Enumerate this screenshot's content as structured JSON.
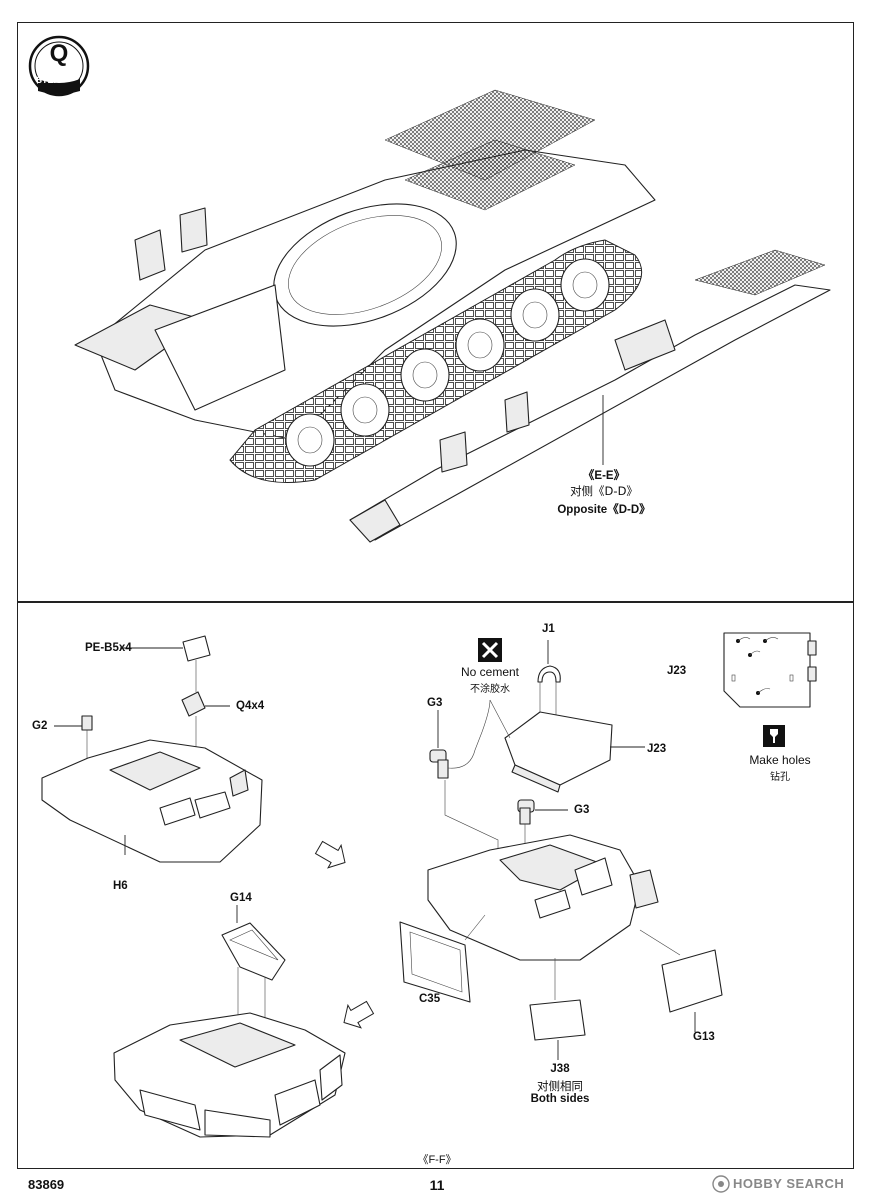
{
  "step": {
    "number": "Q",
    "label": "STEP"
  },
  "top_panel": {
    "callout_line1": "《E-E》",
    "callout_line2_cn": "对侧《D-D》",
    "callout_line3": "Opposite《D-D》"
  },
  "bottom_panel": {
    "left_labels": {
      "pe_b5": "PE-B5x4",
      "q4": "Q4x4",
      "g2": "G2",
      "h6": "H6",
      "g14": "G14"
    },
    "right_labels": {
      "no_cement_en": "No cement",
      "no_cement_cn": "不涂胶水",
      "j1": "J1",
      "g3_a": "G3",
      "j23_a": "J23",
      "g3_b": "G3",
      "c35": "C35",
      "j38": "J38",
      "both_sides_cn": "对侧相同",
      "both_sides_en": "Both sides",
      "g13": "G13"
    },
    "inset": {
      "j23_b": "J23",
      "make_holes_en": "Make holes",
      "make_holes_cn": "钻孔"
    },
    "section_marker": "《F-F》"
  },
  "footer": {
    "product_code": "83869",
    "page_number": "11",
    "watermark": "HOBBY SEARCH"
  }
}
